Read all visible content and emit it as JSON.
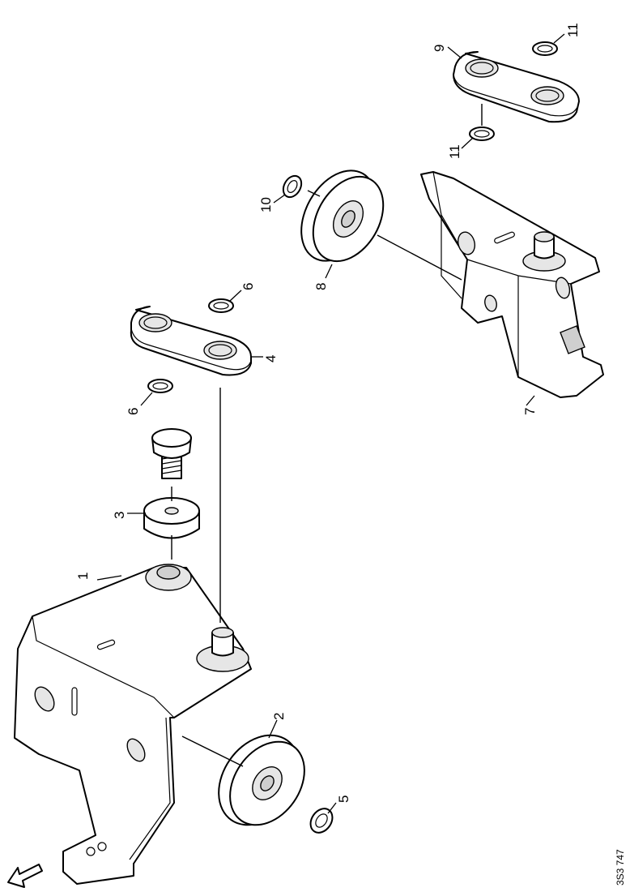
{
  "callouts": {
    "c1": "1",
    "c2": "2",
    "c3": "3",
    "c4": "4",
    "c5": "5",
    "c6a": "6",
    "c6b": "6",
    "c7": "7",
    "c8": "8",
    "c9": "9",
    "c10": "10",
    "c11a": "11",
    "c11b": "11"
  },
  "drawing_number": "3S3 747",
  "icons": {
    "direction_arrow": "arrow-left-down-icon"
  }
}
